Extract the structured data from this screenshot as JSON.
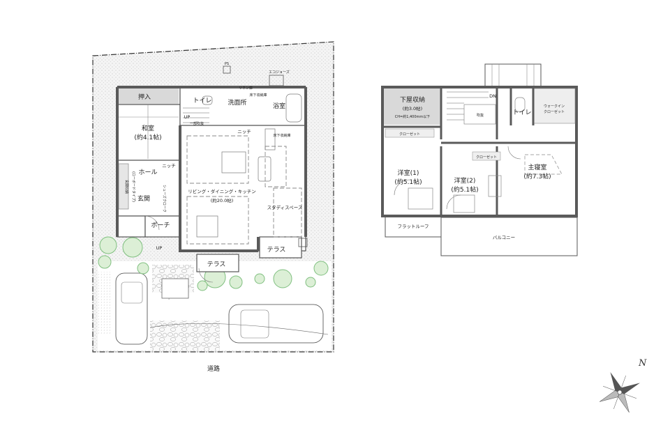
{
  "first_floor": {
    "oshiire": "押入",
    "washitsu": "和室",
    "washitsu_size": "(約4.1帖)",
    "hall": "ホール",
    "niche_1": "ニッチ",
    "niche_2": "ニッチ",
    "genkan": "玄関",
    "genkan_storage": "玄関収納",
    "low_board_type": "(ローボードタイプ)",
    "shoes_closet": "シューズクローク",
    "porch": "ポーチ",
    "up_1": "UP",
    "up_2": "UP",
    "toilet": "トイレ",
    "senmenjo": "洗面所",
    "yokushitsu": "浴室",
    "linen": "リネン庫",
    "under_floor_1": "床下収納庫",
    "under_floor_2": "床下収納庫",
    "partial_fukinuke": "一部吹抜",
    "ps": "PS",
    "ecojoz": "エコジョーズ",
    "ldk": "リビング・ダイニング・キッチン",
    "ldk_size": "(約20.0帖)",
    "study": "スタディスペース",
    "terrace_1": "テラス",
    "terrace_2": "テラス",
    "road": "道路"
  },
  "second_floor": {
    "attic_storage": "下屋収納",
    "attic_size": "(約3.0帖)",
    "attic_ch": "CH=約1,400mm以下",
    "dn": "DN",
    "fukinuke": "吹抜",
    "toilet": "トイレ",
    "walkin_1": "ウォークイン",
    "walkin_2": "クローゼット",
    "closet_1": "クローゼット",
    "closet_2": "クローゼット",
    "youshitsu1": "洋室(1)",
    "youshitsu1_size": "(約5.1帖)",
    "youshitsu2": "洋室(2)",
    "youshitsu2_size": "(約5.1帖)",
    "master": "主寝室",
    "master_size": "(約7.3帖)",
    "flat_roof": "フラットルーフ",
    "balcony": "バルコニー"
  },
  "compass": {
    "north_label": "N"
  },
  "colors": {
    "wall": "#5a5a5a",
    "storage": "#d9d9d9",
    "tree": "#7fbf7f",
    "ground": "#f2f2f2"
  }
}
